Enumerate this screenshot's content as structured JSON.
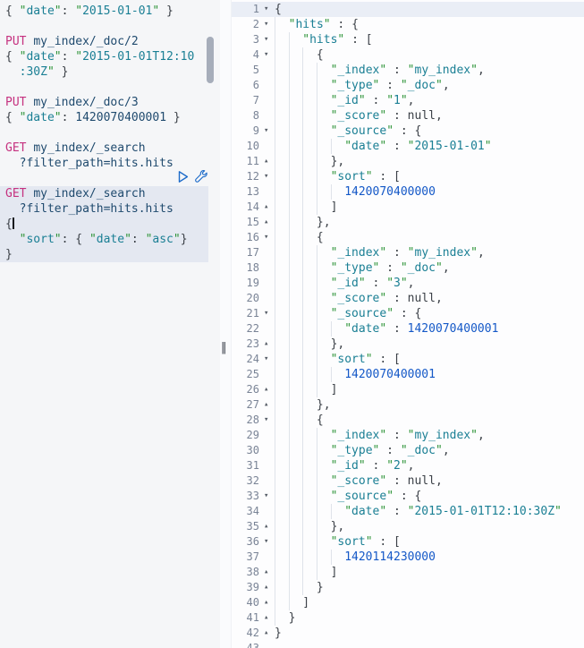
{
  "colors": {
    "left_bg": "#f5f6f8",
    "selection_bg": "#e4e8f1",
    "active_line_bg": "#eaeef6",
    "method": "#c5317f",
    "url": "#1f4a6e",
    "quote": "#2a9235",
    "string": "#1a7f94",
    "number": "#1458c7",
    "gutter_text": "#7a8496",
    "icon_blue": "#1b6ac9"
  },
  "resizer_glyph": "‖",
  "icons": [
    {
      "name": "play-icon",
      "meaning": "send request"
    },
    {
      "name": "wrench-icon",
      "meaning": "request options"
    }
  ],
  "left_editor": {
    "lines": [
      {
        "tokens": [
          [
            "p",
            "{ "
          ],
          [
            "q",
            "\""
          ],
          [
            "s",
            "date"
          ],
          [
            "q",
            "\""
          ],
          [
            "p",
            ": "
          ],
          [
            "q",
            "\""
          ],
          [
            "s",
            "2015-01-01"
          ],
          [
            "q",
            "\""
          ],
          [
            "p",
            " }"
          ]
        ]
      },
      {
        "tokens": []
      },
      {
        "tokens": [
          [
            "m",
            "PUT "
          ],
          [
            "u",
            "my_index/_doc/2"
          ]
        ]
      },
      {
        "tokens": [
          [
            "p",
            "{ "
          ],
          [
            "q",
            "\""
          ],
          [
            "s",
            "date"
          ],
          [
            "q",
            "\""
          ],
          [
            "p",
            ": "
          ],
          [
            "q",
            "\""
          ],
          [
            "s",
            "2015-01-01T12:10"
          ]
        ]
      },
      {
        "tokens": [
          [
            "p",
            "  "
          ],
          [
            "s",
            ":30Z"
          ],
          [
            "q",
            "\""
          ],
          [
            "p",
            " }"
          ]
        ]
      },
      {
        "tokens": []
      },
      {
        "tokens": [
          [
            "m",
            "PUT "
          ],
          [
            "u",
            "my_index/_doc/3"
          ]
        ]
      },
      {
        "tokens": [
          [
            "p",
            "{ "
          ],
          [
            "q",
            "\""
          ],
          [
            "s",
            "date"
          ],
          [
            "q",
            "\""
          ],
          [
            "p",
            ": "
          ],
          [
            "u",
            "1420070400001"
          ],
          [
            "p",
            " }"
          ]
        ]
      },
      {
        "tokens": []
      },
      {
        "tokens": [
          [
            "m",
            "GET "
          ],
          [
            "u",
            "my_index/_search"
          ]
        ]
      },
      {
        "tokens": [
          [
            "u",
            "  ?filter_path=hits.hits"
          ]
        ]
      },
      {
        "tokens": []
      },
      {
        "sel": true,
        "tokens": [
          [
            "m",
            "GET "
          ],
          [
            "u",
            "my_index/_search"
          ]
        ]
      },
      {
        "sel": true,
        "tokens": [
          [
            "u",
            "  ?filter_path=hits.hits"
          ]
        ]
      },
      {
        "sel": true,
        "caret": true,
        "tokens": [
          [
            "p",
            "{"
          ]
        ]
      },
      {
        "sel": true,
        "tokens": [
          [
            "p",
            "  "
          ],
          [
            "q",
            "\""
          ],
          [
            "s",
            "sort"
          ],
          [
            "q",
            "\""
          ],
          [
            "p",
            ": { "
          ],
          [
            "q",
            "\""
          ],
          [
            "s",
            "date"
          ],
          [
            "q",
            "\""
          ],
          [
            "p",
            ": "
          ],
          [
            "q",
            "\""
          ],
          [
            "s",
            "asc"
          ],
          [
            "q",
            "\""
          ],
          [
            "p",
            "}"
          ]
        ]
      },
      {
        "sel": true,
        "tokens": [
          [
            "p",
            "}"
          ]
        ]
      }
    ]
  },
  "right_editor": {
    "fold_glyphs": {
      "open": "▾",
      "close": "▴"
    },
    "lines": [
      {
        "num": "1",
        "fold": "open",
        "indent": 0,
        "active": true,
        "tokens": [
          [
            "p",
            "{"
          ]
        ]
      },
      {
        "num": "2",
        "fold": "open",
        "indent": 1,
        "tokens": [
          [
            "q",
            "\""
          ],
          [
            "s",
            "hits"
          ],
          [
            "q",
            "\""
          ],
          [
            "p",
            " : {"
          ]
        ]
      },
      {
        "num": "3",
        "fold": "open",
        "indent": 2,
        "tokens": [
          [
            "q",
            "\""
          ],
          [
            "s",
            "hits"
          ],
          [
            "q",
            "\""
          ],
          [
            "p",
            " : ["
          ]
        ]
      },
      {
        "num": "4",
        "fold": "open",
        "indent": 3,
        "tokens": [
          [
            "p",
            "{"
          ]
        ]
      },
      {
        "num": "5",
        "fold": "",
        "indent": 4,
        "tokens": [
          [
            "q",
            "\""
          ],
          [
            "s",
            "_index"
          ],
          [
            "q",
            "\""
          ],
          [
            "p",
            " : "
          ],
          [
            "q",
            "\""
          ],
          [
            "s",
            "my_index"
          ],
          [
            "q",
            "\""
          ],
          [
            "p",
            ","
          ]
        ]
      },
      {
        "num": "6",
        "fold": "",
        "indent": 4,
        "tokens": [
          [
            "q",
            "\""
          ],
          [
            "s",
            "_type"
          ],
          [
            "q",
            "\""
          ],
          [
            "p",
            " : "
          ],
          [
            "q",
            "\""
          ],
          [
            "s",
            "_doc"
          ],
          [
            "q",
            "\""
          ],
          [
            "p",
            ","
          ]
        ]
      },
      {
        "num": "7",
        "fold": "",
        "indent": 4,
        "tokens": [
          [
            "q",
            "\""
          ],
          [
            "s",
            "_id"
          ],
          [
            "q",
            "\""
          ],
          [
            "p",
            " : "
          ],
          [
            "q",
            "\""
          ],
          [
            "s",
            "1"
          ],
          [
            "q",
            "\""
          ],
          [
            "p",
            ","
          ]
        ]
      },
      {
        "num": "8",
        "fold": "",
        "indent": 4,
        "tokens": [
          [
            "q",
            "\""
          ],
          [
            "s",
            "_score"
          ],
          [
            "q",
            "\""
          ],
          [
            "p",
            " : "
          ],
          [
            "nl",
            "null"
          ],
          [
            "p",
            ","
          ]
        ]
      },
      {
        "num": "9",
        "fold": "open",
        "indent": 4,
        "tokens": [
          [
            "q",
            "\""
          ],
          [
            "s",
            "_source"
          ],
          [
            "q",
            "\""
          ],
          [
            "p",
            " : {"
          ]
        ]
      },
      {
        "num": "10",
        "fold": "",
        "indent": 5,
        "tokens": [
          [
            "q",
            "\""
          ],
          [
            "s",
            "date"
          ],
          [
            "q",
            "\""
          ],
          [
            "p",
            " : "
          ],
          [
            "q",
            "\""
          ],
          [
            "s",
            "2015-01-01"
          ],
          [
            "q",
            "\""
          ]
        ]
      },
      {
        "num": "11",
        "fold": "close",
        "indent": 4,
        "tokens": [
          [
            "p",
            "},"
          ]
        ]
      },
      {
        "num": "12",
        "fold": "open",
        "indent": 4,
        "tokens": [
          [
            "q",
            "\""
          ],
          [
            "s",
            "sort"
          ],
          [
            "q",
            "\""
          ],
          [
            "p",
            " : ["
          ]
        ]
      },
      {
        "num": "13",
        "fold": "",
        "indent": 5,
        "tokens": [
          [
            "n",
            "1420070400000"
          ]
        ]
      },
      {
        "num": "14",
        "fold": "close",
        "indent": 4,
        "tokens": [
          [
            "p",
            "]"
          ]
        ]
      },
      {
        "num": "15",
        "fold": "close",
        "indent": 3,
        "tokens": [
          [
            "p",
            "},"
          ]
        ]
      },
      {
        "num": "16",
        "fold": "open",
        "indent": 3,
        "tokens": [
          [
            "p",
            "{"
          ]
        ]
      },
      {
        "num": "17",
        "fold": "",
        "indent": 4,
        "tokens": [
          [
            "q",
            "\""
          ],
          [
            "s",
            "_index"
          ],
          [
            "q",
            "\""
          ],
          [
            "p",
            " : "
          ],
          [
            "q",
            "\""
          ],
          [
            "s",
            "my_index"
          ],
          [
            "q",
            "\""
          ],
          [
            "p",
            ","
          ]
        ]
      },
      {
        "num": "18",
        "fold": "",
        "indent": 4,
        "tokens": [
          [
            "q",
            "\""
          ],
          [
            "s",
            "_type"
          ],
          [
            "q",
            "\""
          ],
          [
            "p",
            " : "
          ],
          [
            "q",
            "\""
          ],
          [
            "s",
            "_doc"
          ],
          [
            "q",
            "\""
          ],
          [
            "p",
            ","
          ]
        ]
      },
      {
        "num": "19",
        "fold": "",
        "indent": 4,
        "tokens": [
          [
            "q",
            "\""
          ],
          [
            "s",
            "_id"
          ],
          [
            "q",
            "\""
          ],
          [
            "p",
            " : "
          ],
          [
            "q",
            "\""
          ],
          [
            "s",
            "3"
          ],
          [
            "q",
            "\""
          ],
          [
            "p",
            ","
          ]
        ]
      },
      {
        "num": "20",
        "fold": "",
        "indent": 4,
        "tokens": [
          [
            "q",
            "\""
          ],
          [
            "s",
            "_score"
          ],
          [
            "q",
            "\""
          ],
          [
            "p",
            " : "
          ],
          [
            "nl",
            "null"
          ],
          [
            "p",
            ","
          ]
        ]
      },
      {
        "num": "21",
        "fold": "open",
        "indent": 4,
        "tokens": [
          [
            "q",
            "\""
          ],
          [
            "s",
            "_source"
          ],
          [
            "q",
            "\""
          ],
          [
            "p",
            " : {"
          ]
        ]
      },
      {
        "num": "22",
        "fold": "",
        "indent": 5,
        "tokens": [
          [
            "q",
            "\""
          ],
          [
            "s",
            "date"
          ],
          [
            "q",
            "\""
          ],
          [
            "p",
            " : "
          ],
          [
            "n",
            "1420070400001"
          ]
        ]
      },
      {
        "num": "23",
        "fold": "close",
        "indent": 4,
        "tokens": [
          [
            "p",
            "},"
          ]
        ]
      },
      {
        "num": "24",
        "fold": "open",
        "indent": 4,
        "tokens": [
          [
            "q",
            "\""
          ],
          [
            "s",
            "sort"
          ],
          [
            "q",
            "\""
          ],
          [
            "p",
            " : ["
          ]
        ]
      },
      {
        "num": "25",
        "fold": "",
        "indent": 5,
        "tokens": [
          [
            "n",
            "1420070400001"
          ]
        ]
      },
      {
        "num": "26",
        "fold": "close",
        "indent": 4,
        "tokens": [
          [
            "p",
            "]"
          ]
        ]
      },
      {
        "num": "27",
        "fold": "close",
        "indent": 3,
        "tokens": [
          [
            "p",
            "},"
          ]
        ]
      },
      {
        "num": "28",
        "fold": "open",
        "indent": 3,
        "tokens": [
          [
            "p",
            "{"
          ]
        ]
      },
      {
        "num": "29",
        "fold": "",
        "indent": 4,
        "tokens": [
          [
            "q",
            "\""
          ],
          [
            "s",
            "_index"
          ],
          [
            "q",
            "\""
          ],
          [
            "p",
            " : "
          ],
          [
            "q",
            "\""
          ],
          [
            "s",
            "my_index"
          ],
          [
            "q",
            "\""
          ],
          [
            "p",
            ","
          ]
        ]
      },
      {
        "num": "30",
        "fold": "",
        "indent": 4,
        "tokens": [
          [
            "q",
            "\""
          ],
          [
            "s",
            "_type"
          ],
          [
            "q",
            "\""
          ],
          [
            "p",
            " : "
          ],
          [
            "q",
            "\""
          ],
          [
            "s",
            "_doc"
          ],
          [
            "q",
            "\""
          ],
          [
            "p",
            ","
          ]
        ]
      },
      {
        "num": "31",
        "fold": "",
        "indent": 4,
        "tokens": [
          [
            "q",
            "\""
          ],
          [
            "s",
            "_id"
          ],
          [
            "q",
            "\""
          ],
          [
            "p",
            " : "
          ],
          [
            "q",
            "\""
          ],
          [
            "s",
            "2"
          ],
          [
            "q",
            "\""
          ],
          [
            "p",
            ","
          ]
        ]
      },
      {
        "num": "32",
        "fold": "",
        "indent": 4,
        "tokens": [
          [
            "q",
            "\""
          ],
          [
            "s",
            "_score"
          ],
          [
            "q",
            "\""
          ],
          [
            "p",
            " : "
          ],
          [
            "nl",
            "null"
          ],
          [
            "p",
            ","
          ]
        ]
      },
      {
        "num": "33",
        "fold": "open",
        "indent": 4,
        "tokens": [
          [
            "q",
            "\""
          ],
          [
            "s",
            "_source"
          ],
          [
            "q",
            "\""
          ],
          [
            "p",
            " : {"
          ]
        ]
      },
      {
        "num": "34",
        "fold": "",
        "indent": 5,
        "tokens": [
          [
            "q",
            "\""
          ],
          [
            "s",
            "date"
          ],
          [
            "q",
            "\""
          ],
          [
            "p",
            " : "
          ],
          [
            "q",
            "\""
          ],
          [
            "s",
            "2015-01-01T12:10:30Z"
          ],
          [
            "q",
            "\""
          ]
        ]
      },
      {
        "num": "35",
        "fold": "close",
        "indent": 4,
        "tokens": [
          [
            "p",
            "},"
          ]
        ]
      },
      {
        "num": "36",
        "fold": "open",
        "indent": 4,
        "tokens": [
          [
            "q",
            "\""
          ],
          [
            "s",
            "sort"
          ],
          [
            "q",
            "\""
          ],
          [
            "p",
            " : ["
          ]
        ]
      },
      {
        "num": "37",
        "fold": "",
        "indent": 5,
        "tokens": [
          [
            "n",
            "1420114230000"
          ]
        ]
      },
      {
        "num": "38",
        "fold": "close",
        "indent": 4,
        "tokens": [
          [
            "p",
            "]"
          ]
        ]
      },
      {
        "num": "39",
        "fold": "close",
        "indent": 3,
        "tokens": [
          [
            "p",
            "}"
          ]
        ]
      },
      {
        "num": "40",
        "fold": "close",
        "indent": 2,
        "tokens": [
          [
            "p",
            "]"
          ]
        ]
      },
      {
        "num": "41",
        "fold": "close",
        "indent": 1,
        "tokens": [
          [
            "p",
            "}"
          ]
        ]
      },
      {
        "num": "42",
        "fold": "close",
        "indent": 0,
        "tokens": [
          [
            "p",
            "}"
          ]
        ]
      },
      {
        "num": "43",
        "fold": "",
        "indent": 0,
        "tokens": []
      }
    ]
  }
}
